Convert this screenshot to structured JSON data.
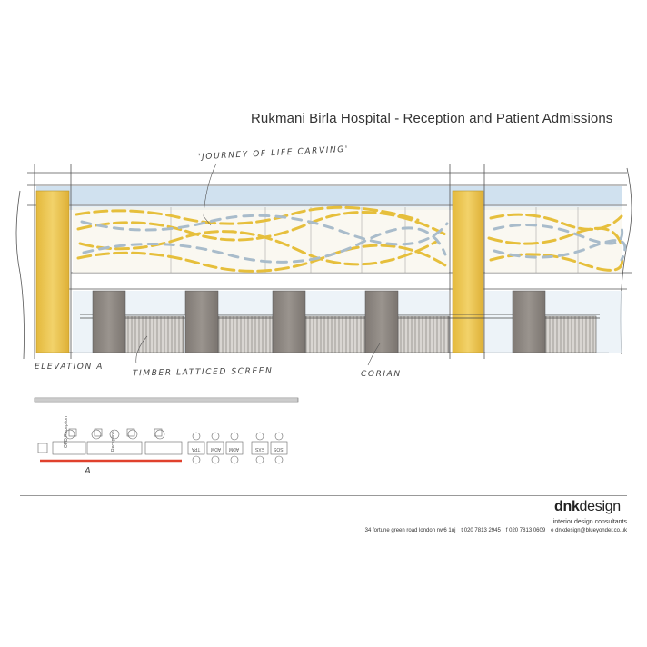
{
  "title": "Rukmani Birla Hospital  - Reception and Patient Admissions",
  "annotations": {
    "carving": "'Journey of Life Carving'",
    "elevation": "Elevation A",
    "screen": "Timber Latticed Screen",
    "corian": "Corian",
    "section_marker": "A"
  },
  "plan_labels": {
    "opd": "OPD Reception",
    "reception": "Reception",
    "desks": [
      "TPA",
      "ADM",
      "ADM",
      "EXS",
      "SOS"
    ]
  },
  "brand": {
    "bold": "dnk",
    "light": "design",
    "tagline": "interior design consultants"
  },
  "contact": {
    "address": "34 fortune green road  london nw6 1uj",
    "tel": "t 020 7813 2945",
    "fax": "f 020 7813 0609",
    "email": "e dnkdesign@blueyonder.co.uk"
  },
  "colors": {
    "gold": "#e8c14a",
    "grey_panel": "#8b8580",
    "sky": "#bcd6e8",
    "red_line": "#e0412d"
  }
}
